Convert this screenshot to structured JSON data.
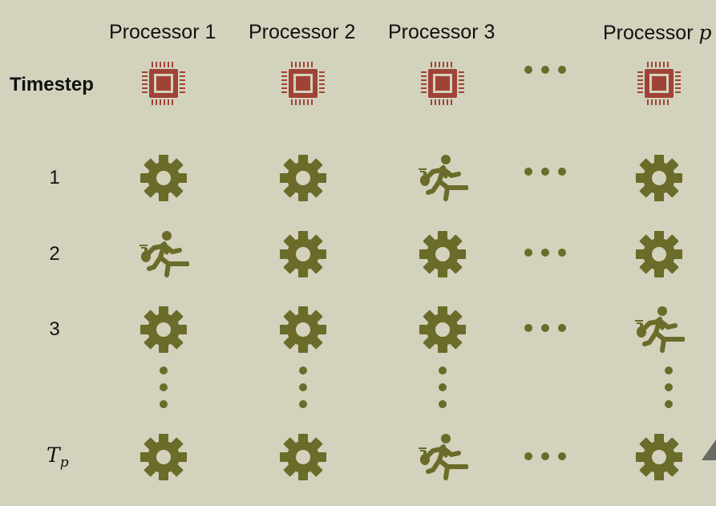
{
  "colors": {
    "chip": "#a04337",
    "gear": "#6b6b2a",
    "runner": "#6b6b2a",
    "background": "#d3d2bd"
  },
  "header": {
    "processors": [
      "Processor 1",
      "Processor 2",
      "Processor 3"
    ],
    "last_prefix": "Processor ",
    "last_var": "p"
  },
  "timestep_label": "Timestep",
  "rows": [
    {
      "label": "1",
      "cells": [
        "gear-icon",
        "gear-icon",
        "runner-icon",
        "gear-icon"
      ]
    },
    {
      "label": "2",
      "cells": [
        "runner-icon",
        "gear-icon",
        "gear-icon",
        "gear-icon"
      ]
    },
    {
      "label": "3",
      "cells": [
        "gear-icon",
        "gear-icon",
        "gear-icon",
        "runner-icon"
      ]
    },
    {
      "label": "T",
      "cells": [
        "gear-icon",
        "gear-icon",
        "runner-icon",
        "gear-icon"
      ]
    }
  ],
  "last_row_label": {
    "base": "T",
    "sub": "p"
  }
}
